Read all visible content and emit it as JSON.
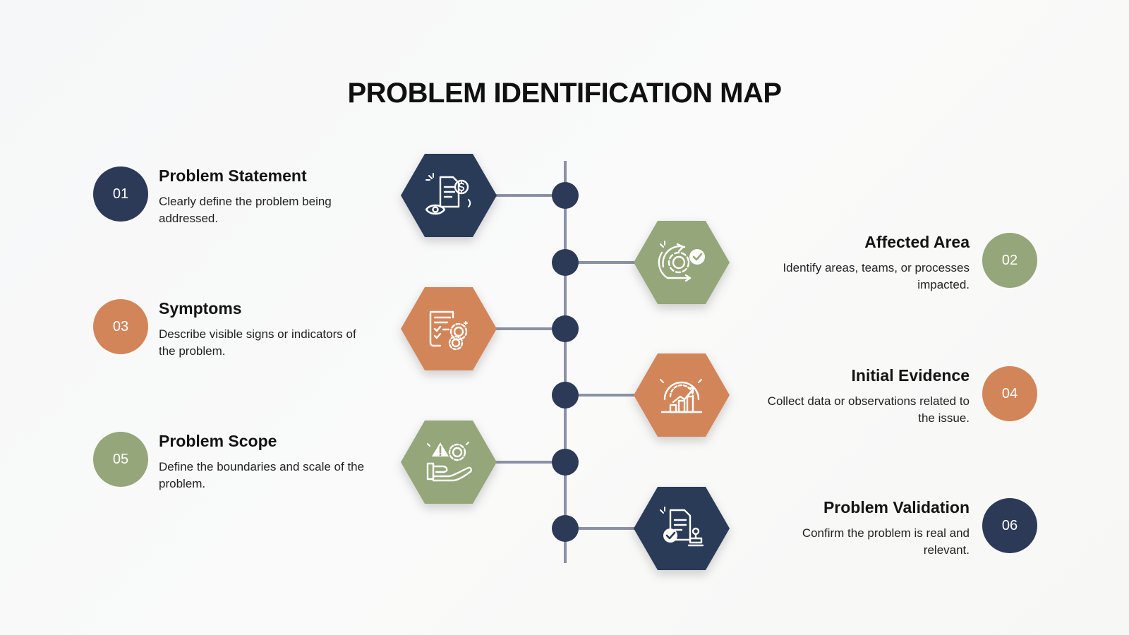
{
  "title": "PROBLEM IDENTIFICATION MAP",
  "colors": {
    "navy": "#2c3a58",
    "orange": "#d3855a",
    "sage": "#95a67a",
    "spine": "#8a91a6",
    "node": "#2c3a58"
  },
  "items": [
    {
      "number": "01",
      "title": "Problem Statement",
      "description": "Clearly define the problem being addressed.",
      "color": "navy",
      "icon": "document-dollar-eye-icon",
      "side": "left"
    },
    {
      "number": "02",
      "title": "Affected Area",
      "description": "Identify areas, teams, or processes impacted.",
      "color": "sage",
      "icon": "gear-cycle-check-icon",
      "side": "right"
    },
    {
      "number": "03",
      "title": "Symptoms",
      "description": "Describe visible signs or indicators of the problem.",
      "color": "orange",
      "icon": "checklist-gears-icon",
      "side": "left"
    },
    {
      "number": "04",
      "title": "Initial Evidence",
      "description": "Collect data or observations related to the issue.",
      "color": "orange",
      "icon": "gauge-bar-chart-icon",
      "side": "right"
    },
    {
      "number": "05",
      "title": "Problem Scope",
      "description": "Define the boundaries and scale of the problem.",
      "color": "sage",
      "icon": "hand-warning-gear-icon",
      "side": "left"
    },
    {
      "number": "06",
      "title": "Problem Validation",
      "description": "Confirm the problem is real and relevant.",
      "color": "navy",
      "icon": "document-check-stamp-icon",
      "side": "right"
    }
  ]
}
